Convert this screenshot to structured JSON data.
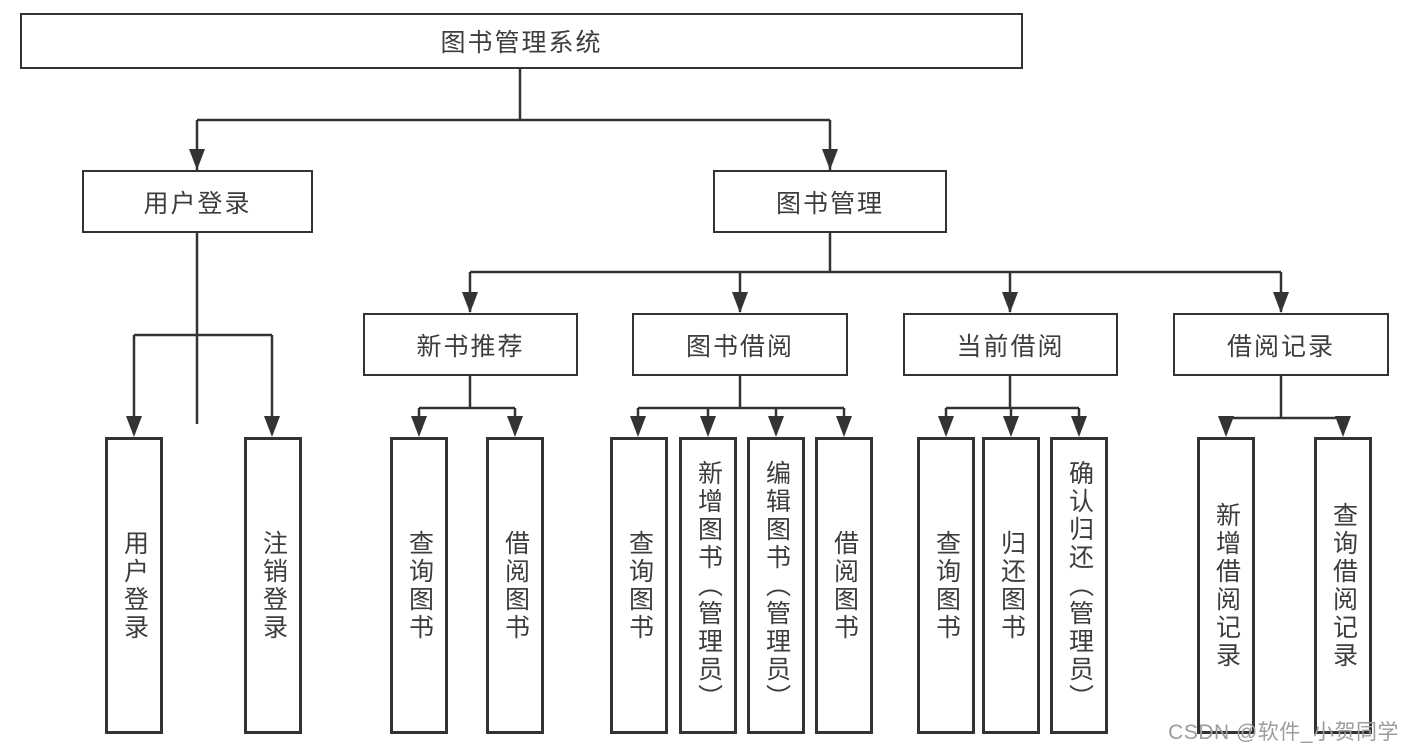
{
  "diagram": {
    "title": "图书管理系统",
    "level2": {
      "user_login": "用户登录",
      "book_management": "图书管理"
    },
    "level3": {
      "new_books": "新书推荐",
      "book_borrowing": "图书借阅",
      "current_borrowing": "当前借阅",
      "borrowing_records": "借阅记录"
    },
    "leaves": {
      "user_login": [
        "用户登录",
        "注销登录"
      ],
      "new_books": [
        "查询图书",
        "借阅图书"
      ],
      "book_borrowing": [
        "查询图书",
        "新增图书（管理员）",
        "编辑图书（管理员）",
        "借阅图书"
      ],
      "current_borrowing": [
        "查询图书",
        "归还图书",
        "确认归还（管理员）"
      ],
      "borrowing_records": [
        "新增借阅记录",
        "查询借阅记录"
      ]
    }
  },
  "watermark": {
    "text": "CSDN @软件_小贺同学"
  },
  "colors": {
    "line": "#333333",
    "box_border": "#333333",
    "text": "#3d3d3d",
    "watermark": "#9c9c9c",
    "background": "#ffffff"
  }
}
